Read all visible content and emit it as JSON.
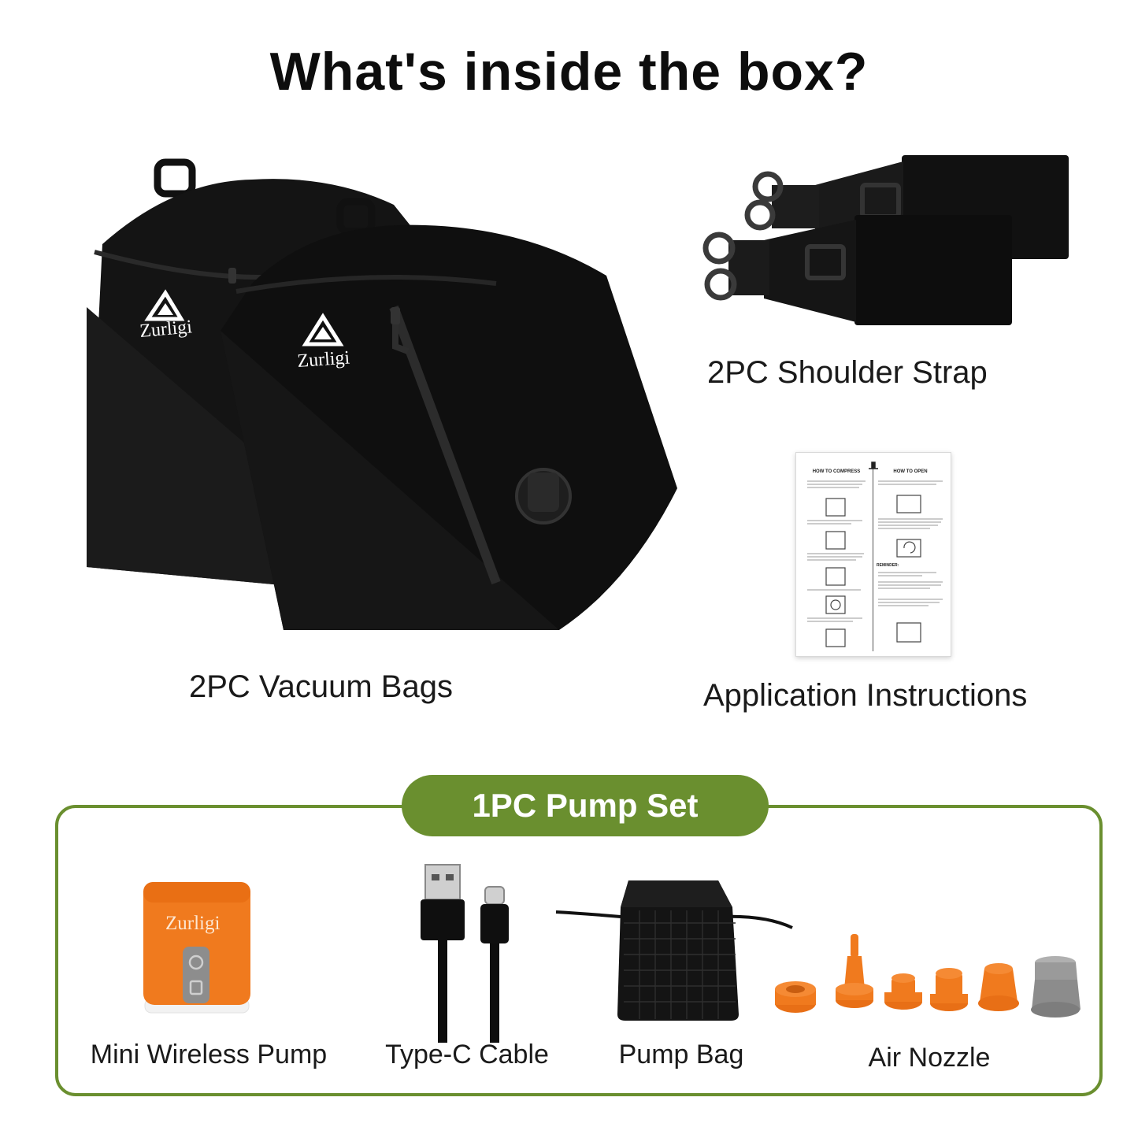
{
  "title": "What's inside the box?",
  "items": {
    "vacuum_bags": "2PC Vacuum Bags",
    "shoulder_strap": "2PC Shoulder Strap",
    "instructions": "Application Instructions"
  },
  "pump_set": {
    "heading": "1PC Pump Set",
    "items": [
      "Mini Wireless Pump",
      "Type-C Cable",
      "Pump Bag",
      "Air Nozzle"
    ]
  },
  "brand": "Zurligi",
  "manual": {
    "left_heading": "HOW TO COMPRESS",
    "right_heading": "HOW TO OPEN",
    "reminder": "REMINDER:"
  },
  "colors": {
    "accent_green": "#6a8f2f",
    "pump_orange": "#f07a1e",
    "nozzle_gray": "#9a9a9a"
  }
}
